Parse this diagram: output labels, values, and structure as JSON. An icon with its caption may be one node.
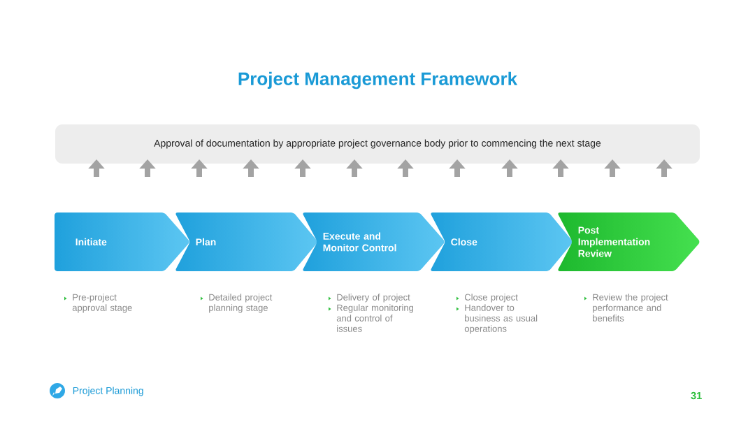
{
  "diagram": {
    "title": "Project Management Framework",
    "nodes": [
      {
        "text": [
          "Approval of documentation by appropriate project governance body prior to commencing the next stage"
        ]
      },
      {
        "text": [
          "Initiate"
        ]
      },
      {
        "text": [
          "Plan"
        ]
      },
      {
        "text": [
          "Execute and Monitor Control"
        ]
      },
      {
        "text": [
          "Close"
        ]
      },
      {
        "text": [
          "Post Implementation Review"
        ]
      }
    ],
    "labels": [
      "Pre-project approval stage",
      "Detailed project planning stage",
      "Delivery of project",
      "Regular monitoring and control of issues",
      "Close project",
      "Handover to business as usual operations",
      "Review the project performance and benefits",
      "Project Planning",
      "31"
    ]
  }
}
